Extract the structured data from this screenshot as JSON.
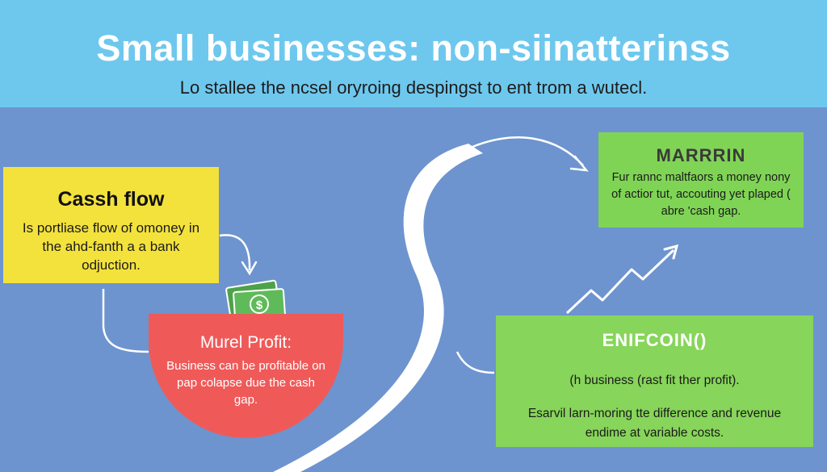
{
  "header": {
    "title": "Small businesses: non-siinatterinss",
    "subtitle": "Lo stallee the ncsel oryroing despingst to ent trom a wutecl."
  },
  "cards": {
    "cash_flow": {
      "heading": "Cassh flow",
      "body": "Is portliase flow of omoney in the ahd-fanth a a bank odjuction."
    },
    "margin": {
      "heading": "MARRRIN",
      "body": "Fur rannc maltfaors a money nony of actior tut, accouting yet plaped ( abre 'cash gap."
    },
    "profit": {
      "heading": "Murel Profit:",
      "body": "Business can be profitable on pap colapse due the cash gap."
    },
    "economics": {
      "heading": "ENIFCOIN()",
      "line1": "(h business (rast fit ther profit).",
      "body": "Esarvil larn-moring tte difference and revenue endime at variable costs."
    }
  },
  "icons": {
    "money": "dollar-bill-icon",
    "money_symbol": "$"
  },
  "colors": {
    "background": "#6d94cf",
    "header": "#6ec8ee",
    "cash_flow": "#f3e23c",
    "margin": "#7fd455",
    "profit": "#ef5a59",
    "economics": "#87d55a"
  }
}
